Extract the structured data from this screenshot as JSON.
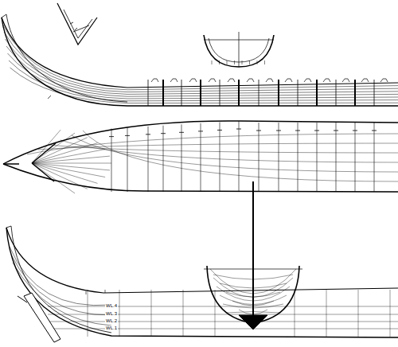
{
  "diagram": {
    "labels": [
      "WL.4",
      "WL.3",
      "WL.2",
      "WL.1"
    ]
  }
}
